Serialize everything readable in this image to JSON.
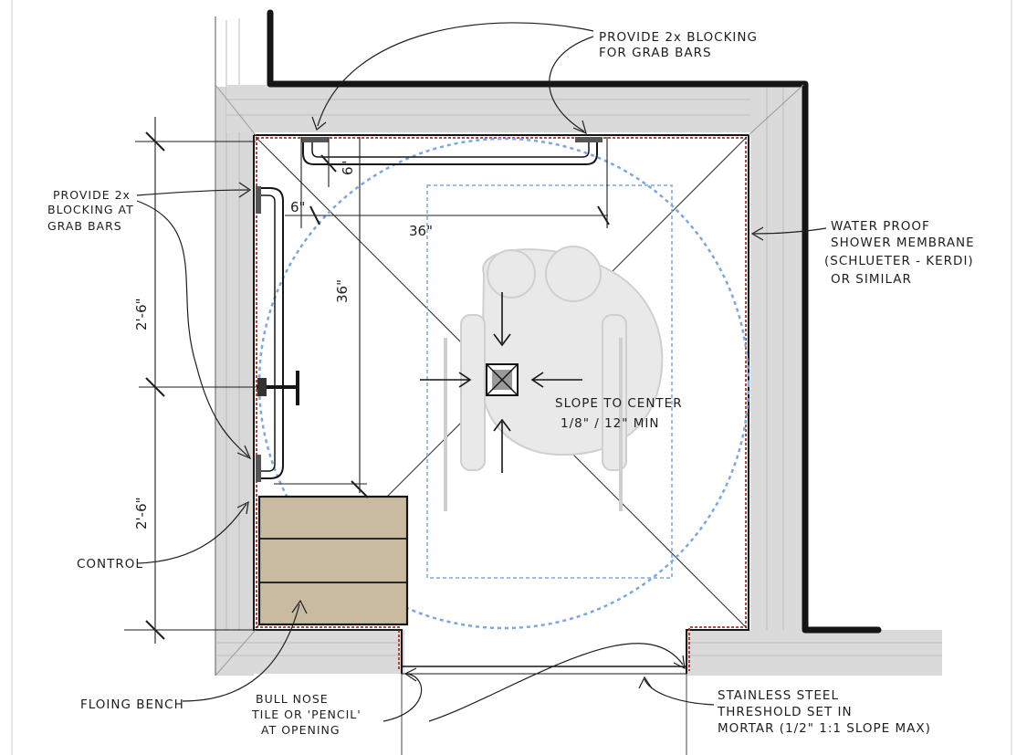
{
  "notes": {
    "blocking_top": [
      "PROVIDE 2x BLOCKING",
      "FOR GRAB BARS"
    ],
    "blocking_left": [
      "PROVIDE 2x",
      "BLOCKING AT",
      "GRAB BARS"
    ],
    "membrane": [
      "WATER PROOF",
      "SHOWER MEMBRANE",
      "(SCHLUETER - KERDI)",
      "OR SIMILAR"
    ],
    "slope": [
      "SLOPE TO CENTER",
      "1/8\" / 12\" MIN"
    ],
    "control": "CONTROL",
    "bench": "FLOING BENCH",
    "bullnose": [
      "BULL NOSE",
      "TILE OR 'PENCIL'",
      "AT OPENING"
    ],
    "threshold": [
      "STAINLESS STEEL",
      "THRESHOLD SET IN",
      "MORTAR (1/2\"  1:1 SLOPE MAX)"
    ]
  },
  "dimensions": {
    "upper_left": "2'-6\"",
    "lower_left": "2'-6\"",
    "grab_horizontal": "36\"",
    "grab_vertical": "36\"",
    "offset_left": "6\"",
    "offset_top": "6\""
  },
  "colors": {
    "wall_gray": "#d6d6d6",
    "outline": "#151515",
    "membrane_red": "#b03020",
    "turning_circle": "#7aa7e0",
    "bench_fill": "#c9bba2"
  }
}
